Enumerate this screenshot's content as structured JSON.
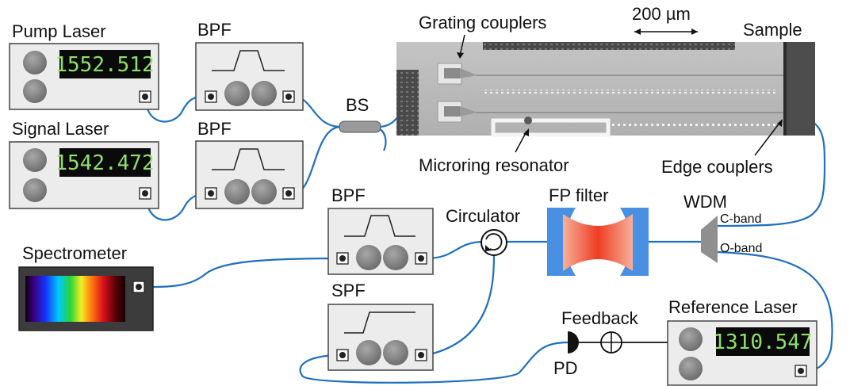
{
  "labels": {
    "pump_laser": "Pump Laser",
    "signal_laser": "Signal Laser",
    "reference_laser": "Reference Laser",
    "bpf_pump": "BPF",
    "bpf_signal": "BPF",
    "bpf_output": "BPF",
    "spf": "SPF",
    "bs": "BS",
    "grating_couplers": "Grating couplers",
    "scale_bar": "200 µm",
    "sample": "Sample",
    "microring": "Microring resonator",
    "edge_couplers": "Edge couplers",
    "circulator": "Circulator",
    "fp_filter": "FP filter",
    "wdm": "WDM",
    "c_band": "C-band",
    "o_band": "O-band",
    "spectrometer": "Spectrometer",
    "feedback": "Feedback",
    "pd": "PD"
  },
  "displays": {
    "pump": "1552.512",
    "signal": "1542.472",
    "reference": "1310.547"
  },
  "colors": {
    "fiber": "#1f6fc0",
    "lcd_text": "#8ee06a",
    "lcd_bg": "#0a0a0a",
    "panel": "#ececec",
    "fp_mirror": "#4a90e2",
    "fp_beam": "#f2613e"
  }
}
